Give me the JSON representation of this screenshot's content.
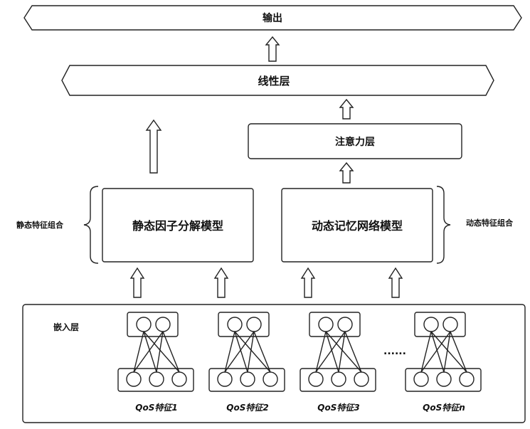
{
  "output_label": "输出",
  "linear_label": "线性层",
  "attention_label": "注意力层",
  "static_model_label": "静态因子分解模型",
  "dynamic_model_label": "动态记忆网络模型",
  "static_combo_label": "静态特征组合",
  "dynamic_combo_label": "动态特征组合",
  "embedding_label": "嵌入层",
  "ellipsis": "......",
  "features": [
    {
      "label": "QoS特征1"
    },
    {
      "label": "QoS特征2"
    },
    {
      "label": "QoS特征3"
    },
    {
      "label": "QoS特征n"
    }
  ]
}
